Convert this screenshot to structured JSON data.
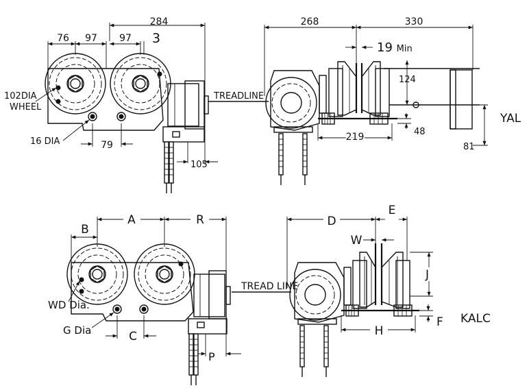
{
  "yal": {
    "model_label": "YAL",
    "side_view": {
      "dim_284": "284",
      "dim_76": "76",
      "dim_97_left": "97",
      "dim_97_right": "97",
      "dim_3": "3",
      "wheel_dia_line1": "102DIA",
      "wheel_dia_line2": "WHEEL",
      "hole_dia": "16 DIA",
      "dim_79": "79",
      "dim_105": "105",
      "tread_line": "TREADLINE"
    },
    "front_view": {
      "dim_268": "268",
      "dim_330": "330",
      "dim_19": "19",
      "dim_19_suffix": "Min",
      "dim_124": "124",
      "dim_219": "219",
      "dim_48": "48",
      "dim_81": "81"
    }
  },
  "kalc": {
    "model_label": "KALC",
    "side_view": {
      "dim_A": "A",
      "dim_B": "B",
      "dim_R": "R",
      "wheel_dia": "WD Dia.",
      "hole_dia": "G Dia",
      "dim_C": "C",
      "dim_P": "P",
      "tread_line": "TREAD LINE"
    },
    "front_view": {
      "dim_D": "D",
      "dim_E": "E",
      "dim_W": "W",
      "dim_J": "J",
      "dim_H": "H",
      "dim_F": "F"
    }
  }
}
